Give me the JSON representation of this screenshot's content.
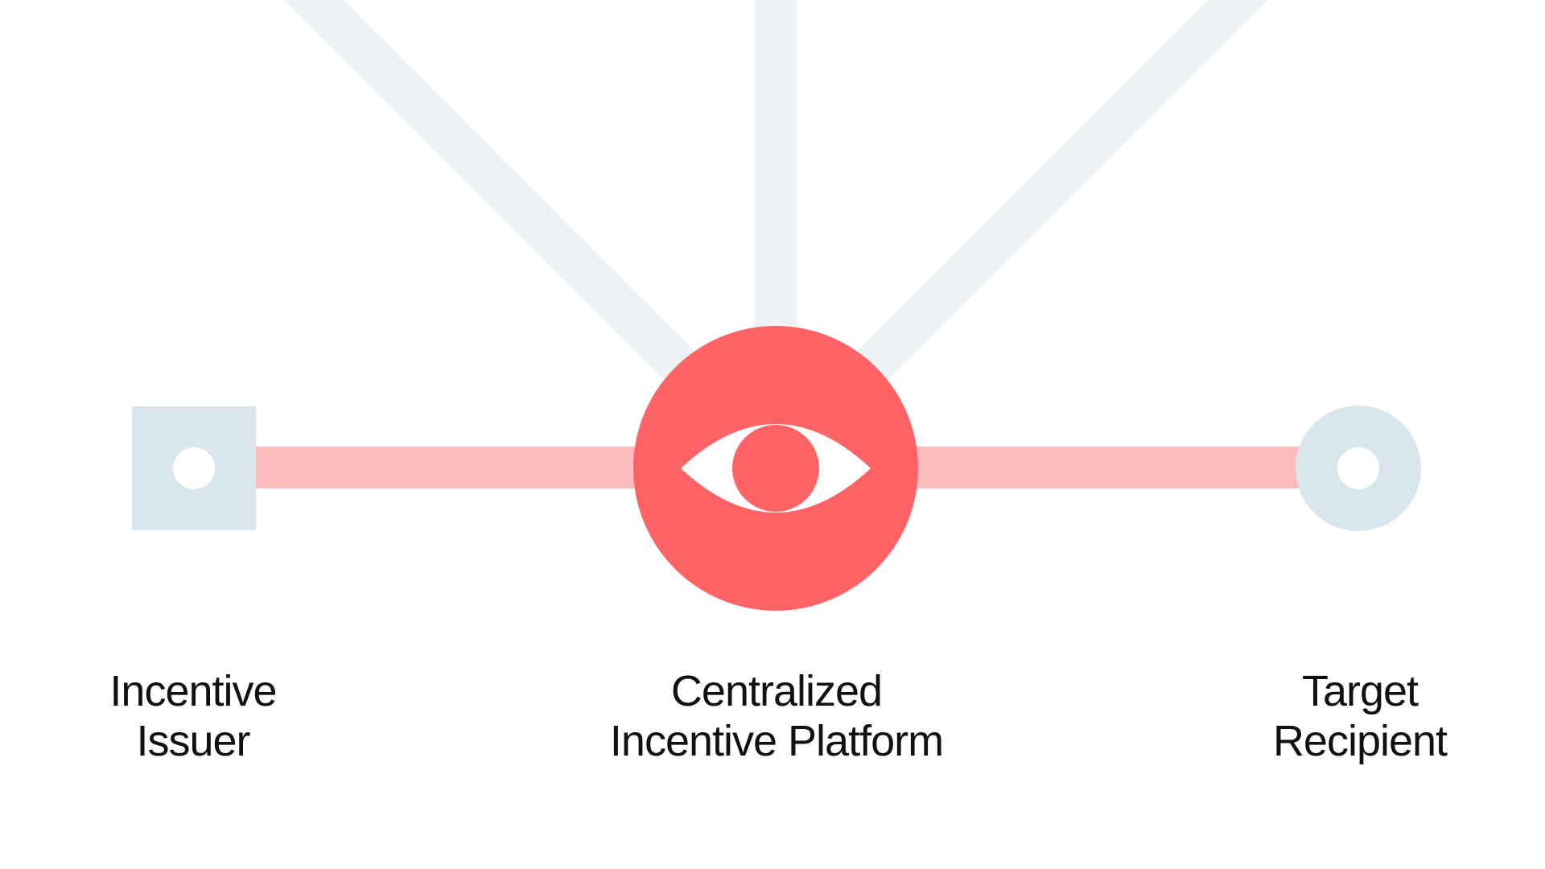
{
  "colors": {
    "background": "#ffffff",
    "spoke": "#eef2f5",
    "connector": "#fdbcbc",
    "hub": "#ff6366",
    "node": "#d9e6ee",
    "text": "#111111"
  },
  "nodes": {
    "issuer": {
      "shape": "square",
      "label_line1": "Incentive",
      "label_line2": "Issuer"
    },
    "platform": {
      "shape": "circle",
      "icon": "eye-icon",
      "label_line1": "Centralized",
      "label_line2": "Incentive Platform"
    },
    "recipient": {
      "shape": "ring",
      "label_line1": "Target",
      "label_line2": "Recipient"
    }
  }
}
